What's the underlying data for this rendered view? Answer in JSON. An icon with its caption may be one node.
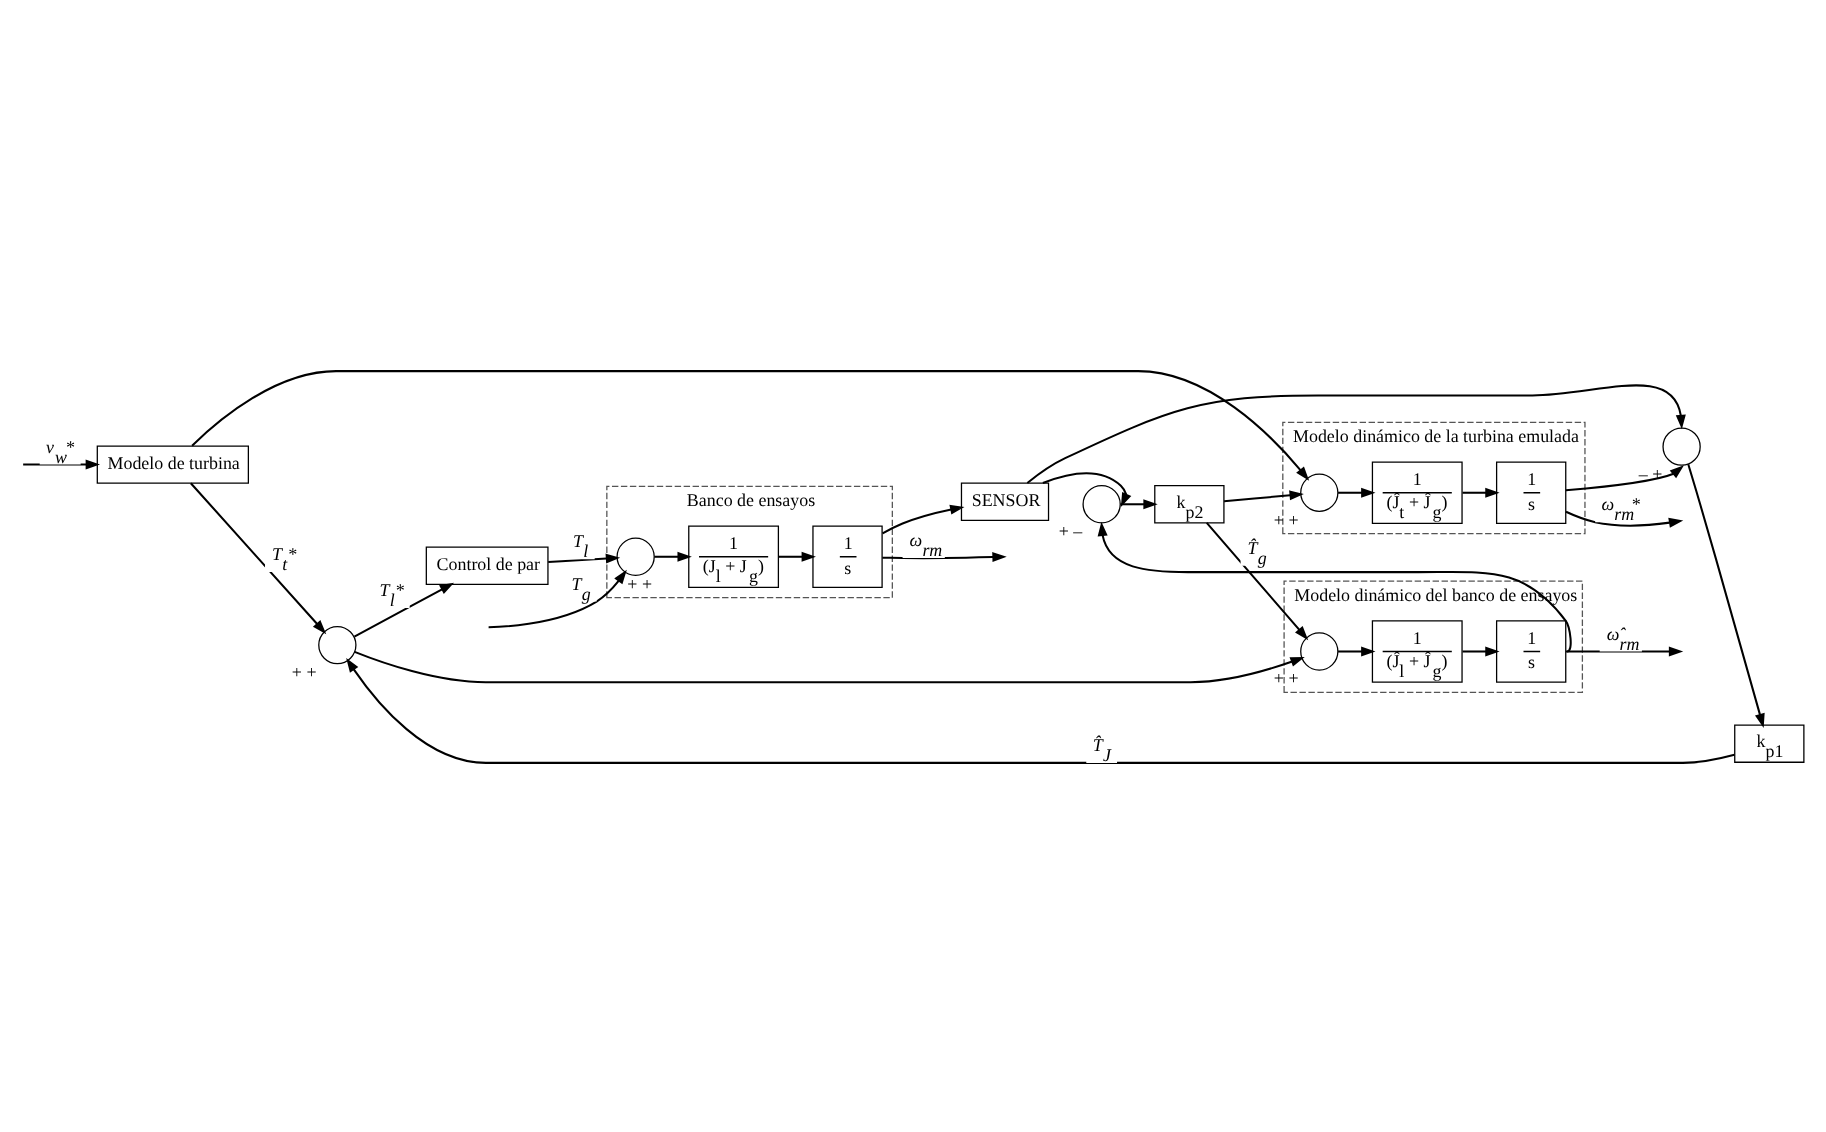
{
  "diagram": {
    "nodes": [
      {
        "text": [
          "Modelo de turbina"
        ]
      },
      {
        "text": [],
        "shape": "circle",
        "beside": [
          "+",
          "+"
        ]
      },
      {
        "text": [
          "Control de par"
        ]
      },
      {
        "text": [
          "Banco de ensayos"
        ]
      },
      {
        "text": [],
        "shape": "circle",
        "in": 3,
        "beside": [
          "+",
          "+"
        ]
      },
      {
        "text": [
          "1",
          "(J$_{l}$ + J$_{g}$)"
        ],
        "in": 3
      },
      {
        "text": [
          "1",
          "s"
        ],
        "in": 3
      },
      {
        "text": [
          "SENSOR"
        ]
      },
      {
        "text": [],
        "shape": "circle",
        "beside": [
          "+",
          "–"
        ]
      },
      {
        "text": [
          "k$_{p2}$"
        ]
      },
      {
        "text": [
          "Modelo dinámico del banco de ensayos"
        ]
      },
      {
        "text": [],
        "shape": "circle",
        "in": 10,
        "beside": [
          "+",
          "+"
        ]
      },
      {
        "text": [
          "1",
          "(Ĵ$_{l}$ + Ĵ$_{g}$)"
        ],
        "in": 10
      },
      {
        "text": [
          "1",
          "s"
        ],
        "in": 10
      },
      {
        "text": [],
        "shape": "circle",
        "beside": [
          "–",
          "+"
        ]
      },
      {
        "text": [
          "k$_{p1}$"
        ]
      },
      {
        "text": [
          "Modelo dinámico de la turbina emulada"
        ]
      },
      {
        "text": [],
        "shape": "circle",
        "in": 16,
        "beside": [
          "+",
          "+"
        ]
      },
      {
        "text": [
          "1",
          "(Ĵ$_{t}$ + Ĵ$_{g}$)"
        ],
        "in": 16
      },
      {
        "text": [
          "1",
          "s"
        ],
        "in": 16
      }
    ],
    "edges": [
      {
        "from": null,
        "to": 0,
        "arrow": "to",
        "label": "v$_{w}$*"
      },
      {
        "from": 0,
        "to": 1,
        "arrow": "to",
        "label": "T$_{t}$*"
      },
      {
        "from": 1,
        "to": 2,
        "arrow": "to",
        "label": "T$_{l}$*"
      },
      {
        "from": 2,
        "to": 4,
        "arrow": "to",
        "label": "T$_{l}$"
      },
      {
        "from": null,
        "to": 4,
        "arrow": "to",
        "label": "T$_{g}$"
      },
      {
        "from": 4,
        "to": 5,
        "arrow": "to"
      },
      {
        "from": 5,
        "to": 6,
        "arrow": "to"
      },
      {
        "from": 6,
        "to": null,
        "arrow": "to",
        "label": "ω$_{rm}$"
      },
      {
        "from": 6,
        "to": 7,
        "arrow": "to"
      },
      {
        "from": 7,
        "to": 8,
        "arrow": "to"
      },
      {
        "from": 8,
        "to": 9,
        "arrow": "to"
      },
      {
        "from": 9,
        "to": 11,
        "arrow": "to",
        "label": "T̂$_{g}$"
      },
      {
        "from": 9,
        "to": 17,
        "arrow": "to"
      },
      {
        "from": 0,
        "to": 17,
        "arrow": "to"
      },
      {
        "from": 1,
        "to": 11,
        "arrow": "to"
      },
      {
        "from": 11,
        "to": 12,
        "arrow": "to"
      },
      {
        "from": 12,
        "to": 13,
        "arrow": "to"
      },
      {
        "from": 13,
        "to": null,
        "arrow": "to",
        "label": "ω̂$_{rm}$"
      },
      {
        "from": 13,
        "to": 8,
        "arrow": "to"
      },
      {
        "from": 7,
        "to": 14,
        "arrow": "to"
      },
      {
        "from": 14,
        "to": 15,
        "arrow": "to"
      },
      {
        "from": 15,
        "to": 1,
        "arrow": "to",
        "label": "T̂$_{J}$"
      },
      {
        "from": 17,
        "to": 18,
        "arrow": "to"
      },
      {
        "from": 18,
        "to": 19,
        "arrow": "to"
      },
      {
        "from": 19,
        "to": null,
        "arrow": "to",
        "label": "ω$_{rm}$*"
      },
      {
        "from": 19,
        "to": 14,
        "arrow": "to"
      }
    ]
  }
}
